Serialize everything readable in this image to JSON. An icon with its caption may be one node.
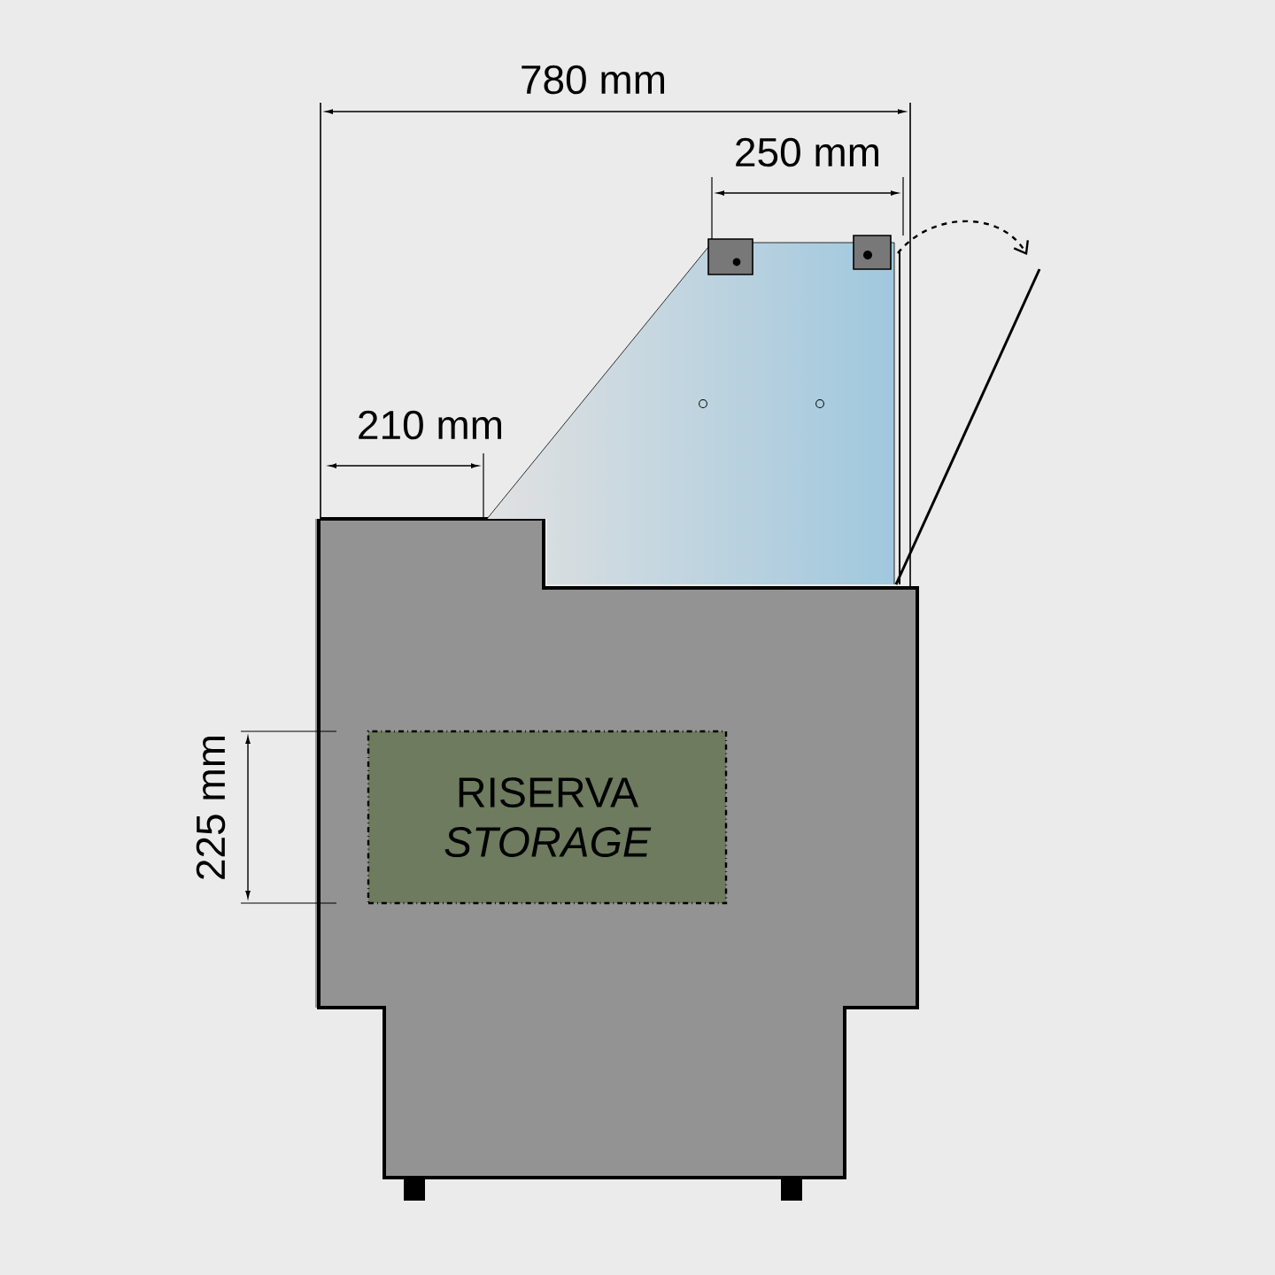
{
  "diagram": {
    "nodes": [
      {
        "text": [
          "RISERVA",
          "STORAGE"
        ]
      }
    ],
    "labels": [
      "780 mm",
      "250 mm",
      "210 mm",
      "225 mm"
    ]
  }
}
